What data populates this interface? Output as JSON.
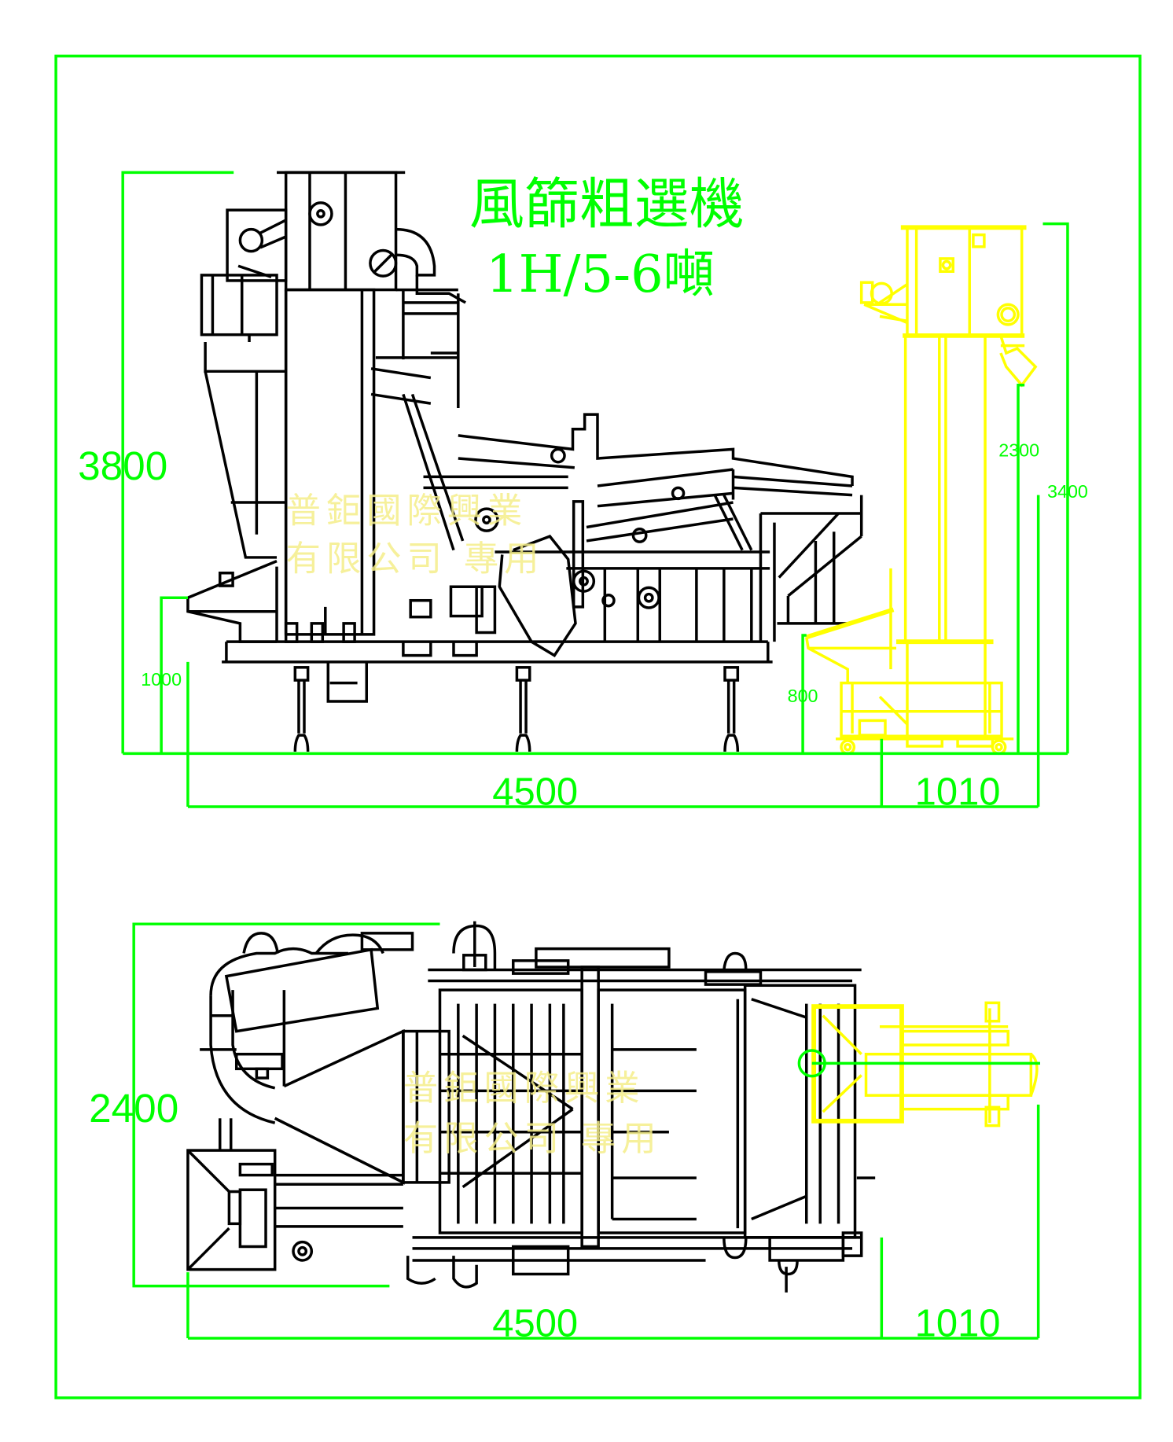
{
  "title": {
    "line1": "風篩粗選機",
    "line2": "1H/5-6噸"
  },
  "watermark": {
    "line1": "普鉅國際興業",
    "line2": "有限公司 專用"
  },
  "side_view": {
    "dims": {
      "total_height": "3800",
      "inlet_height": "1000",
      "machine_length": "4500",
      "elevator_length": "1010",
      "elevator_outlet_height": "2300",
      "elevator_total_height": "3400",
      "elevator_inlet_height": "800"
    }
  },
  "top_view": {
    "dims": {
      "width": "2400",
      "machine_length": "4500",
      "elevator_length": "1010"
    }
  },
  "colors": {
    "frame": "#00ff00",
    "machine": "#000000",
    "elevator": "#ffff00",
    "watermark": "#f5ee8a"
  }
}
